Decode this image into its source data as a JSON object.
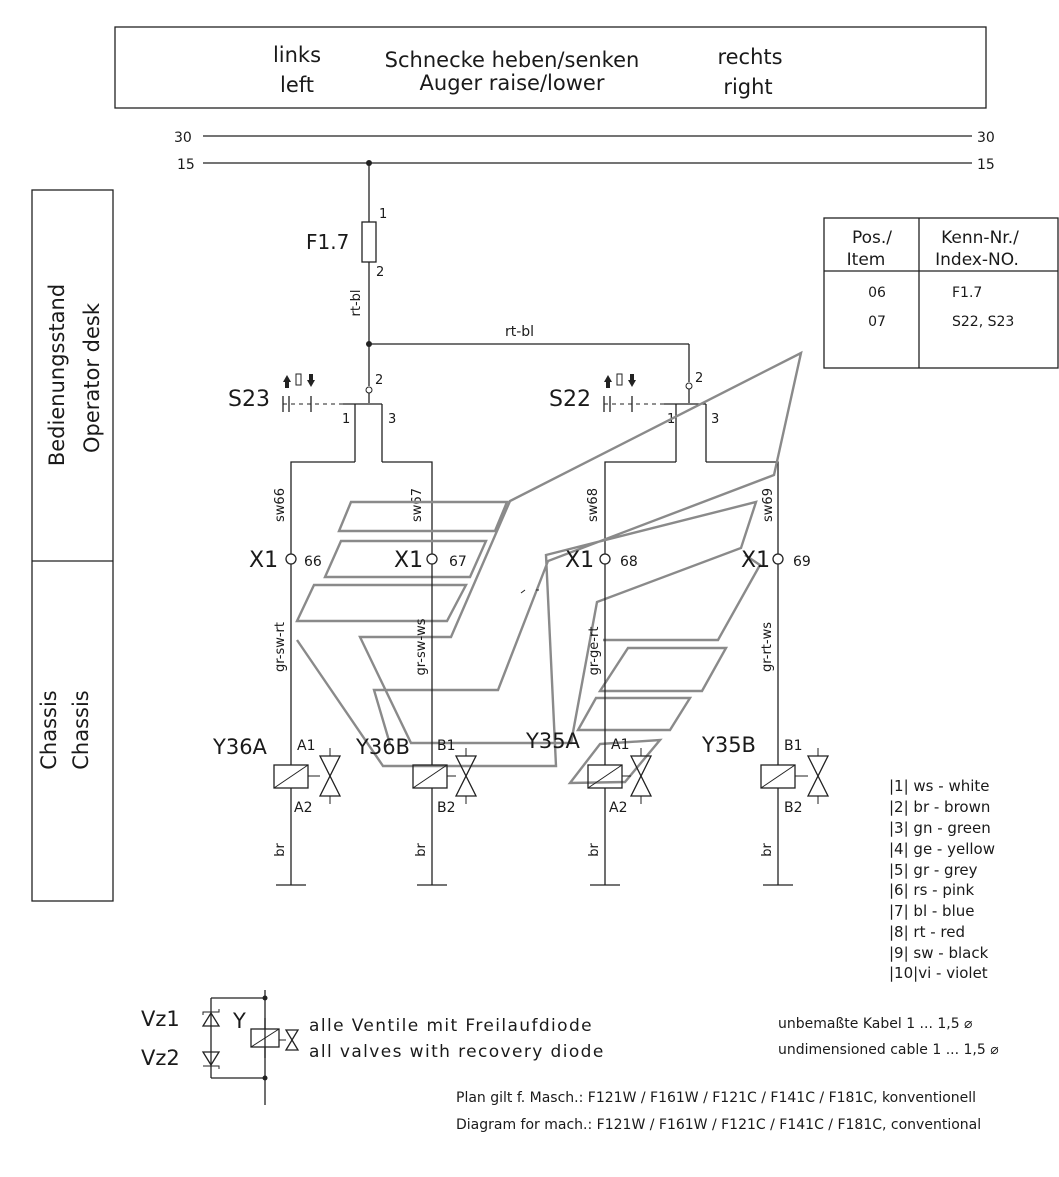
{
  "header": {
    "left_de": "links",
    "left_en": "left",
    "title_de": "Schnecke heben/senken",
    "title_en": "Auger raise/lower",
    "right_de": "rechts",
    "right_en": "right"
  },
  "rails": {
    "r30_left": "30",
    "r30_right": "30",
    "r15_left": "15",
    "r15_right": "15"
  },
  "sections": {
    "operator_de": "Bedienungsstand",
    "operator_en": "Operator desk",
    "chassis_de": "Chassis",
    "chassis_en": "Chassis"
  },
  "fuse": {
    "name": "F1.7",
    "pin1": "1",
    "pin2": "2",
    "wire": "rt-bl"
  },
  "feed_wire": "rt-bl",
  "switches": [
    {
      "name": "S23",
      "p1": "1",
      "p2": "2",
      "p3": "3"
    },
    {
      "name": "S22",
      "p1": "1",
      "p2": "2",
      "p3": "3"
    }
  ],
  "upper_wires": [
    "sw66",
    "sw67",
    "sw68",
    "sw69"
  ],
  "connectors": [
    {
      "name": "X1",
      "pin": "66"
    },
    {
      "name": "X1",
      "pin": "67"
    },
    {
      "name": "X1",
      "pin": "68"
    },
    {
      "name": "X1",
      "pin": "69"
    }
  ],
  "lower_wires": [
    "gr-sw-rt",
    "gr-sw-ws",
    "gr-ge-rt",
    "gr-rt-ws"
  ],
  "valves": [
    {
      "name": "Y36A",
      "t1": "A1",
      "t2": "A2",
      "ground_wire": "br"
    },
    {
      "name": "Y36B",
      "t1": "B1",
      "t2": "B2",
      "ground_wire": "br"
    },
    {
      "name": "Y35A",
      "t1": "A1",
      "t2": "A2",
      "ground_wire": "br"
    },
    {
      "name": "Y35B",
      "t1": "B1",
      "t2": "B2",
      "ground_wire": "br"
    }
  ],
  "parts_table": {
    "h1a": "Pos./",
    "h1b": "Item",
    "h2a": "Kenn-Nr./",
    "h2b": "Index-NO.",
    "rows": [
      {
        "pos": "06",
        "index": "F1.7"
      },
      {
        "pos": "07",
        "index": "S22, S23"
      }
    ]
  },
  "color_legend": [
    "|1| ws - white",
    "|2| br - brown",
    "|3| gn - green",
    "|4| ge - yellow",
    "|5| gr - grey",
    "|6| rs - pink",
    "|7| bl - blue",
    "|8| rt - red",
    "|9| sw - black",
    "|10|vi - violet"
  ],
  "valve_note": {
    "vz1": "Vz1",
    "vz2": "Vz2",
    "y": "Y",
    "de": "alle Ventile mit Freilaufdiode",
    "en": "all valves with recovery diode"
  },
  "cable_note": {
    "de": "unbemaßte Kabel 1 ... 1,5 ⌀",
    "en": "undimensioned cable 1 ... 1,5 ⌀"
  },
  "machine_note": {
    "de": "Plan gilt f. Masch.: F121W / F161W / F121C / F141C / F181C, konventionell",
    "en": "Diagram for mach.: F121W / F161W / F121C / F141C / F181C, conventional"
  }
}
